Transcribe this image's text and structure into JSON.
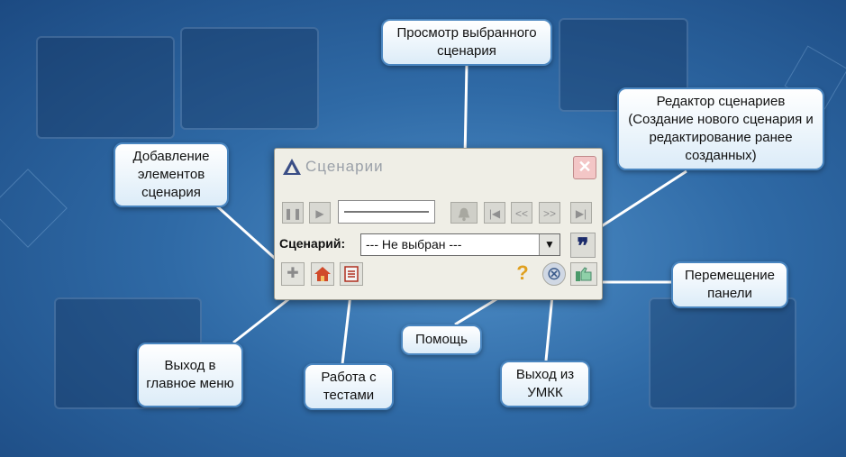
{
  "panel": {
    "title": "Сценарии",
    "close_glyph": "✕",
    "scenario_label": "Сценарий:",
    "scenario_value": "--- Не выбран ---",
    "combo_arrow": "▼",
    "editor_glyph": "❞",
    "pause_glyph": "❚❚",
    "play_glyph": "▶",
    "first_glyph": "|◀",
    "prev_glyph": "<<",
    "next_glyph": ">>",
    "last_glyph": "▶|",
    "add_glyph": "✚",
    "help_glyph": "?",
    "exit_glyph": "⊗"
  },
  "callouts": {
    "preview": "Просмотр выбранного сценария",
    "editor": "Редактор сценариев (Создание нового сценария и редактирование ранее созданных)",
    "add_elements": "Добавление элементов сценария",
    "move_panel": "Перемещение панели",
    "exit_main": "Выход в главное меню",
    "tests": "Работа с тестами",
    "help": "Помощь",
    "exit_umkk": "Выход из УМКК"
  },
  "icons": [
    "triangle-logo-icon",
    "bell-icon",
    "plus-icon",
    "house-icon",
    "document-icon",
    "question-icon",
    "exit-icon",
    "hand-icon"
  ],
  "colors": {
    "callout_border": "#4a86c0",
    "connector": "#ffffff",
    "panel_bg": "#efeee6"
  }
}
